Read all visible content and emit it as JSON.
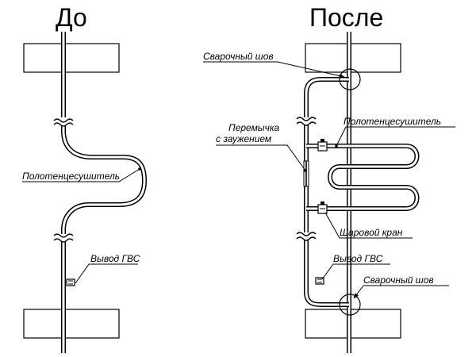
{
  "titles": {
    "before": "До",
    "after": "После"
  },
  "labels": {
    "towel_dryer_before": "Полотенцесушитель",
    "hot_water_outlet_before": "Вывод ГВС",
    "weld_top": "Сварочный шов",
    "bypass": "Перемычка\nс заужением",
    "towel_dryer_after": "Полотенцесушитель",
    "ball_valve": "Шаровой кран",
    "hot_water_outlet_after": "Вывод ГВС",
    "weld_bottom": "Сварочный шов"
  }
}
